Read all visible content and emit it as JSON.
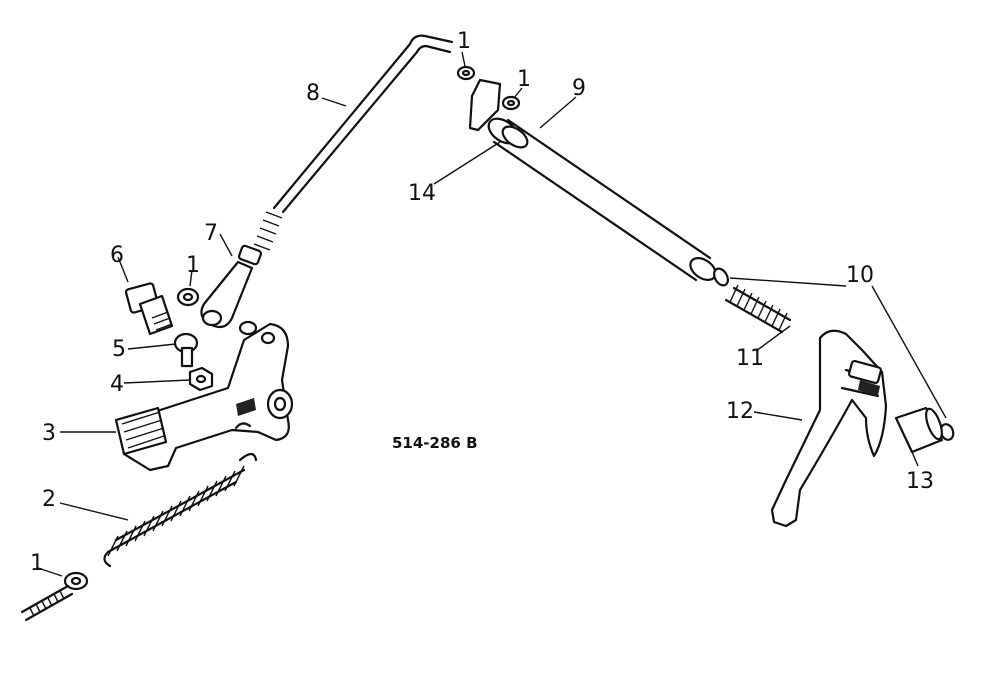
{
  "drawing_code": "514-286 B",
  "callouts": {
    "c1a": "1",
    "c1b": "1",
    "c1c": "1",
    "c1d": "1",
    "c2": "2",
    "c3": "3",
    "c4": "4",
    "c5": "5",
    "c6": "6",
    "c7": "7",
    "c8": "8",
    "c9": "9",
    "c10": "10",
    "c11": "11",
    "c12": "12",
    "c13": "13",
    "c14": "14"
  }
}
